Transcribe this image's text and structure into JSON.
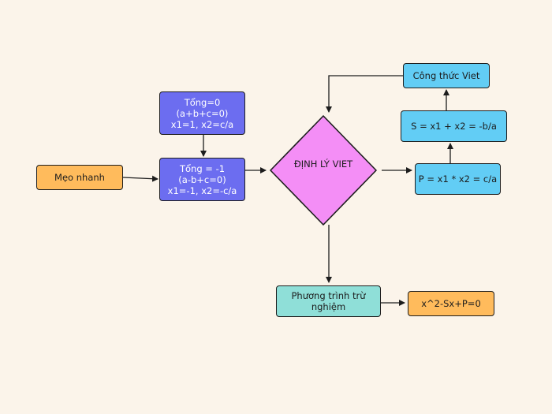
{
  "nodes": {
    "meo_nhanh": "Mẹo nhanh",
    "tong_0": "Tổng=0\n(a+b+c=0)\nx1=1, x2=c/a",
    "tong_1": "Tổng = -1\n(a-b+c=0)\nx1=-1, x2=-c/a",
    "dinh_ly": "ĐỊNH LÝ VIET",
    "cong_thuc": "Công thức Viet",
    "s_formula": "S = x1 + x2 = -b/a",
    "p_formula": "P = x1 * x2 = c/a",
    "phuong_trinh": "Phương trình trừ\nnghiệm",
    "equation": "x^2-Sx+P=0"
  },
  "colors": {
    "background": "#fbf4ea",
    "orange": "#ffbb5c",
    "purple": "#6c6df0",
    "blue": "#62cdf5",
    "teal": "#8fdfd8",
    "diamond": "#f48ef6",
    "line": "#1d1d1d"
  }
}
